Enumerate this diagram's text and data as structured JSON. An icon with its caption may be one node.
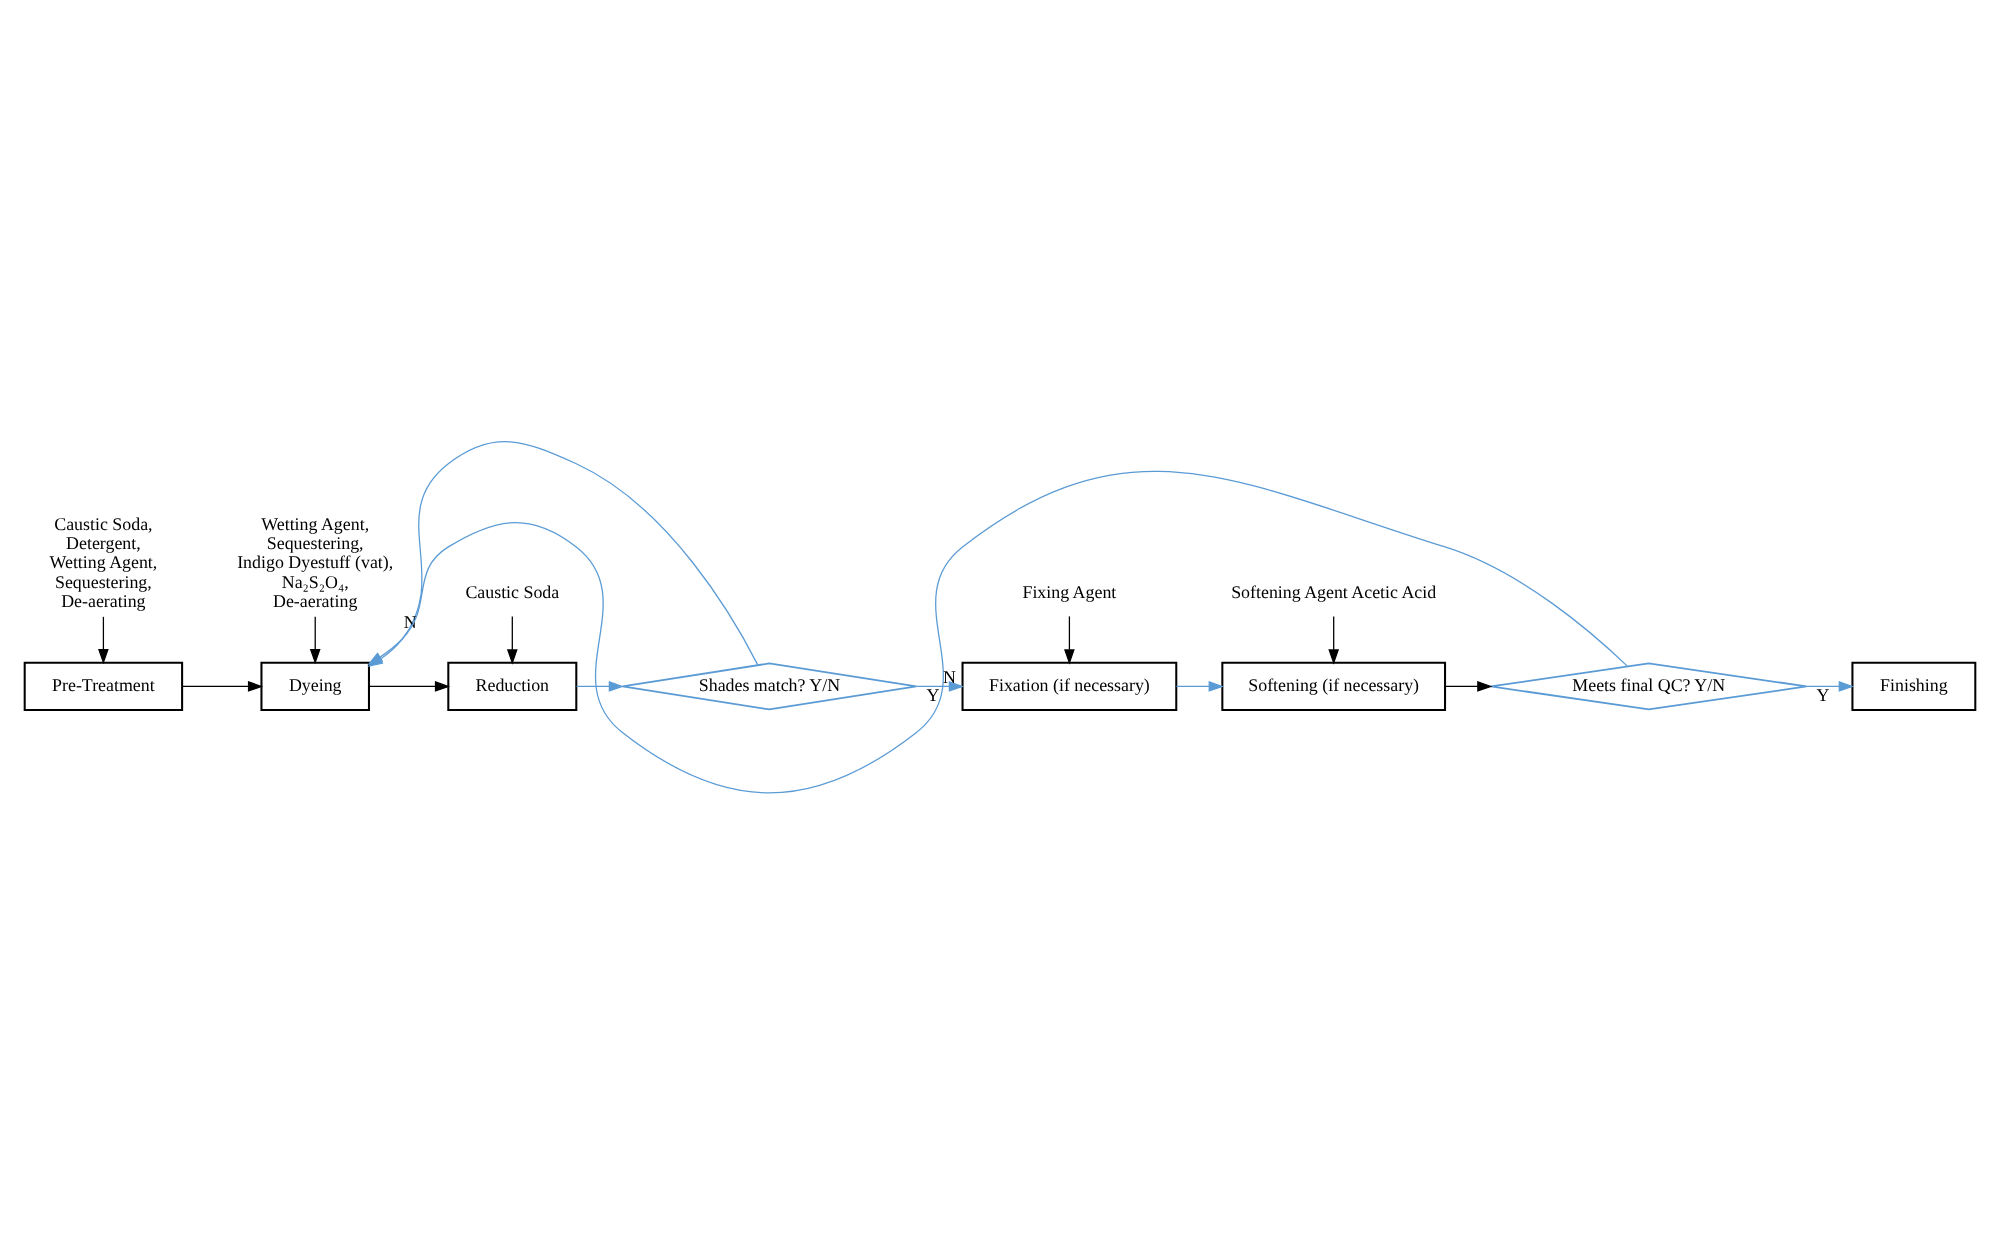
{
  "diagram": {
    "nodes": [
      {
        "text": [
          "Caustic Soda, Detergent, Wetting Agent, Sequestering, De-aerating"
        ]
      },
      {
        "text": [
          "Pre-Treatment"
        ]
      },
      {
        "text": [
          "Wetting Agent, Sequestering, Indigo Dyestuff (vat), Na₂S₂O₄, De-aerating"
        ]
      },
      {
        "text": [
          "Dyeing"
        ]
      },
      {
        "text": [
          "Caustic Soda"
        ]
      },
      {
        "text": [
          "Reduction"
        ]
      },
      {
        "text": [
          "Shades match? Y/N"
        ]
      },
      {
        "text": [
          "Fixing Agent"
        ]
      },
      {
        "text": [
          "Fixation (if necessary)"
        ]
      },
      {
        "text": [
          "Softening Agent Acetic Acid"
        ]
      },
      {
        "text": [
          "Softening (if necessary)"
        ]
      },
      {
        "text": [
          "Meets final QC? Y/N"
        ]
      },
      {
        "text": [
          "Finishing"
        ]
      }
    ],
    "edges": [
      {
        "from": 0,
        "to": 1,
        "arrow": "to"
      },
      {
        "from": 1,
        "to": 3,
        "arrow": "to"
      },
      {
        "from": 2,
        "to": 3,
        "arrow": "to"
      },
      {
        "from": 3,
        "to": 5,
        "arrow": "to"
      },
      {
        "from": 4,
        "to": 5,
        "arrow": "to"
      },
      {
        "from": 5,
        "to": 6,
        "arrow": "to",
        "color": "#5b9bd5"
      },
      {
        "from": 6,
        "to": 3,
        "arrow": "to",
        "label": "N",
        "color": "#5b9bd5"
      },
      {
        "from": 6,
        "to": 8,
        "arrow": "to",
        "label": "Y",
        "color": "#5b9bd5"
      },
      {
        "from": 7,
        "to": 8,
        "arrow": "to"
      },
      {
        "from": 8,
        "to": 10,
        "arrow": "to",
        "color": "#5b9bd5"
      },
      {
        "from": 9,
        "to": 10,
        "arrow": "to"
      },
      {
        "from": 10,
        "to": 11,
        "arrow": "to"
      },
      {
        "from": 11,
        "to": 12,
        "arrow": "to",
        "label": "Y",
        "color": "#5b9bd5"
      },
      {
        "from": 11,
        "to": 3,
        "arrow": "to",
        "label": "N",
        "color": "#5b9bd5"
      }
    ]
  }
}
